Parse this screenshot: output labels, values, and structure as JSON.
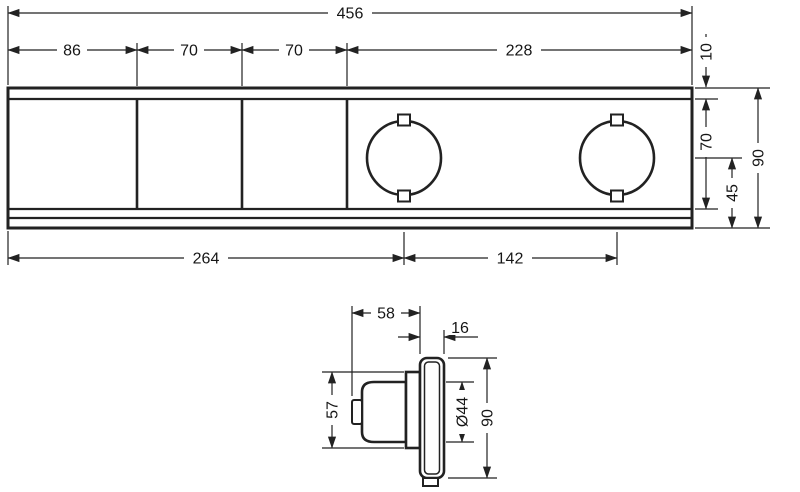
{
  "page": {
    "background": "#ffffff",
    "line_color": "#222222"
  },
  "top_view": {
    "dims": {
      "overall_width": "456",
      "segment_1": "86",
      "segment_2": "70",
      "segment_3": "70",
      "segment_4": "228",
      "top_edge": "10",
      "face_height": "70",
      "overall_height": "90",
      "center_to_bottom": "45",
      "left_to_knob1": "264",
      "knob1_to_knob2": "142"
    }
  },
  "side_view": {
    "dims": {
      "depth": "58",
      "plate_thickness": "16",
      "handle_height": "57",
      "handle_diameter": "Ø44",
      "overall_height": "90"
    }
  }
}
